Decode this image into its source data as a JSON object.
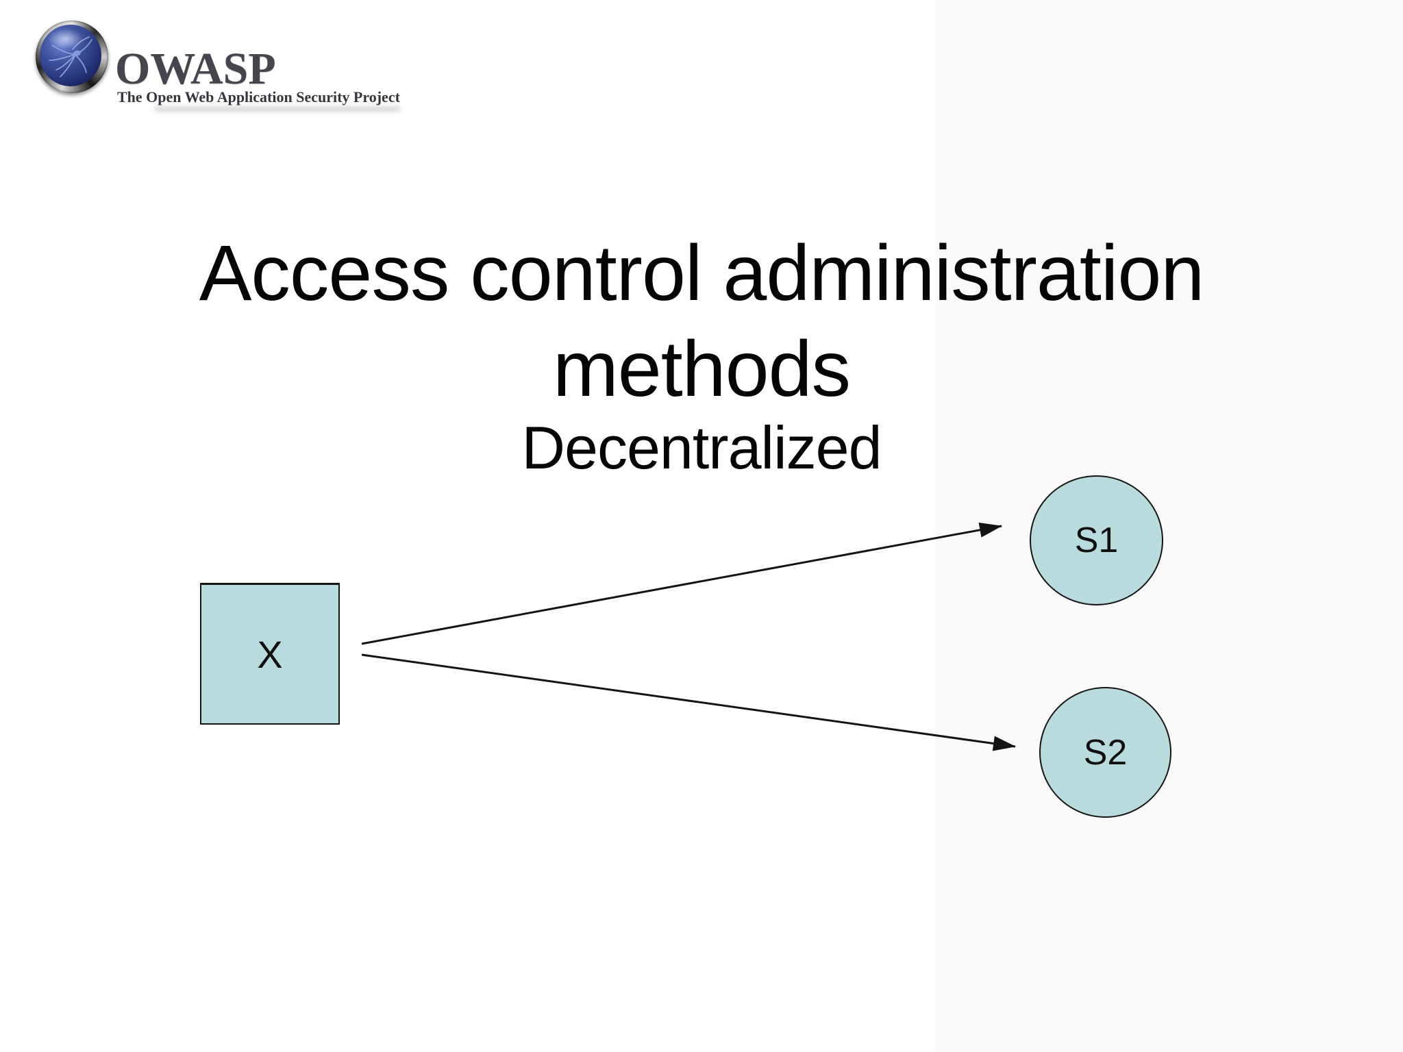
{
  "logo": {
    "brand": "OWASP",
    "tagline": "The Open Web Application Security Project",
    "globe_color": "#2e3f8c",
    "ring_color": "#2b2b2b"
  },
  "slide": {
    "title_line1": "Access control administration",
    "title_line2": "methods",
    "subtitle": "Decentralized"
  },
  "diagram": {
    "type": "node-arrow-diagram",
    "fill_color": "#b9dbde",
    "stroke_color": "#141414",
    "nodes": [
      {
        "id": "X",
        "label": "X",
        "shape": "square"
      },
      {
        "id": "S1",
        "label": "S1",
        "shape": "circle"
      },
      {
        "id": "S2",
        "label": "S2",
        "shape": "circle"
      }
    ],
    "edges": [
      {
        "from": "X",
        "to": "S1"
      },
      {
        "from": "X",
        "to": "S2"
      }
    ]
  }
}
